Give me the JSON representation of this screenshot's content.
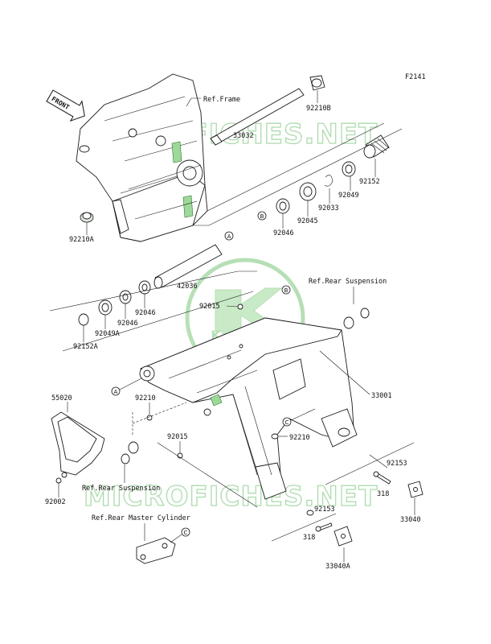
{
  "figure_code": "F2141",
  "front_label": "FRONT",
  "watermark": "MICROFICHES.NET",
  "brand_logo": "Kawasaki",
  "refs": {
    "frame": "Ref.Frame",
    "rear_susp_top": "Ref.Rear Suspension",
    "rear_susp_bottom": "Ref.Rear Suspension",
    "rear_master_cyl": "Ref.Rear Master Cylinder"
  },
  "callouts": {
    "A": "A",
    "B": "B",
    "C": "C"
  },
  "parts": {
    "p92210B": "92210B",
    "p33032": "33032",
    "p92152": "92152",
    "p92049": "92049",
    "p92033": "92033",
    "p92045": "92045",
    "p92046_top": "92046",
    "p92210A": "92210A",
    "p42036": "42036",
    "p92046_mid1": "92046",
    "p92046_mid2": "92046",
    "p92049A": "92049A",
    "p92152A": "92152A",
    "p92015_top": "92015",
    "p55020": "55020",
    "p92210_left": "92210",
    "p33001": "33001",
    "p92015_bot": "92015",
    "p92210_right": "92210",
    "p92002": "92002",
    "p92153_right": "92153",
    "p318_right": "318",
    "p33040": "33040",
    "p92153_bot": "92153",
    "p318_bot": "318",
    "p33040A": "33040A"
  }
}
